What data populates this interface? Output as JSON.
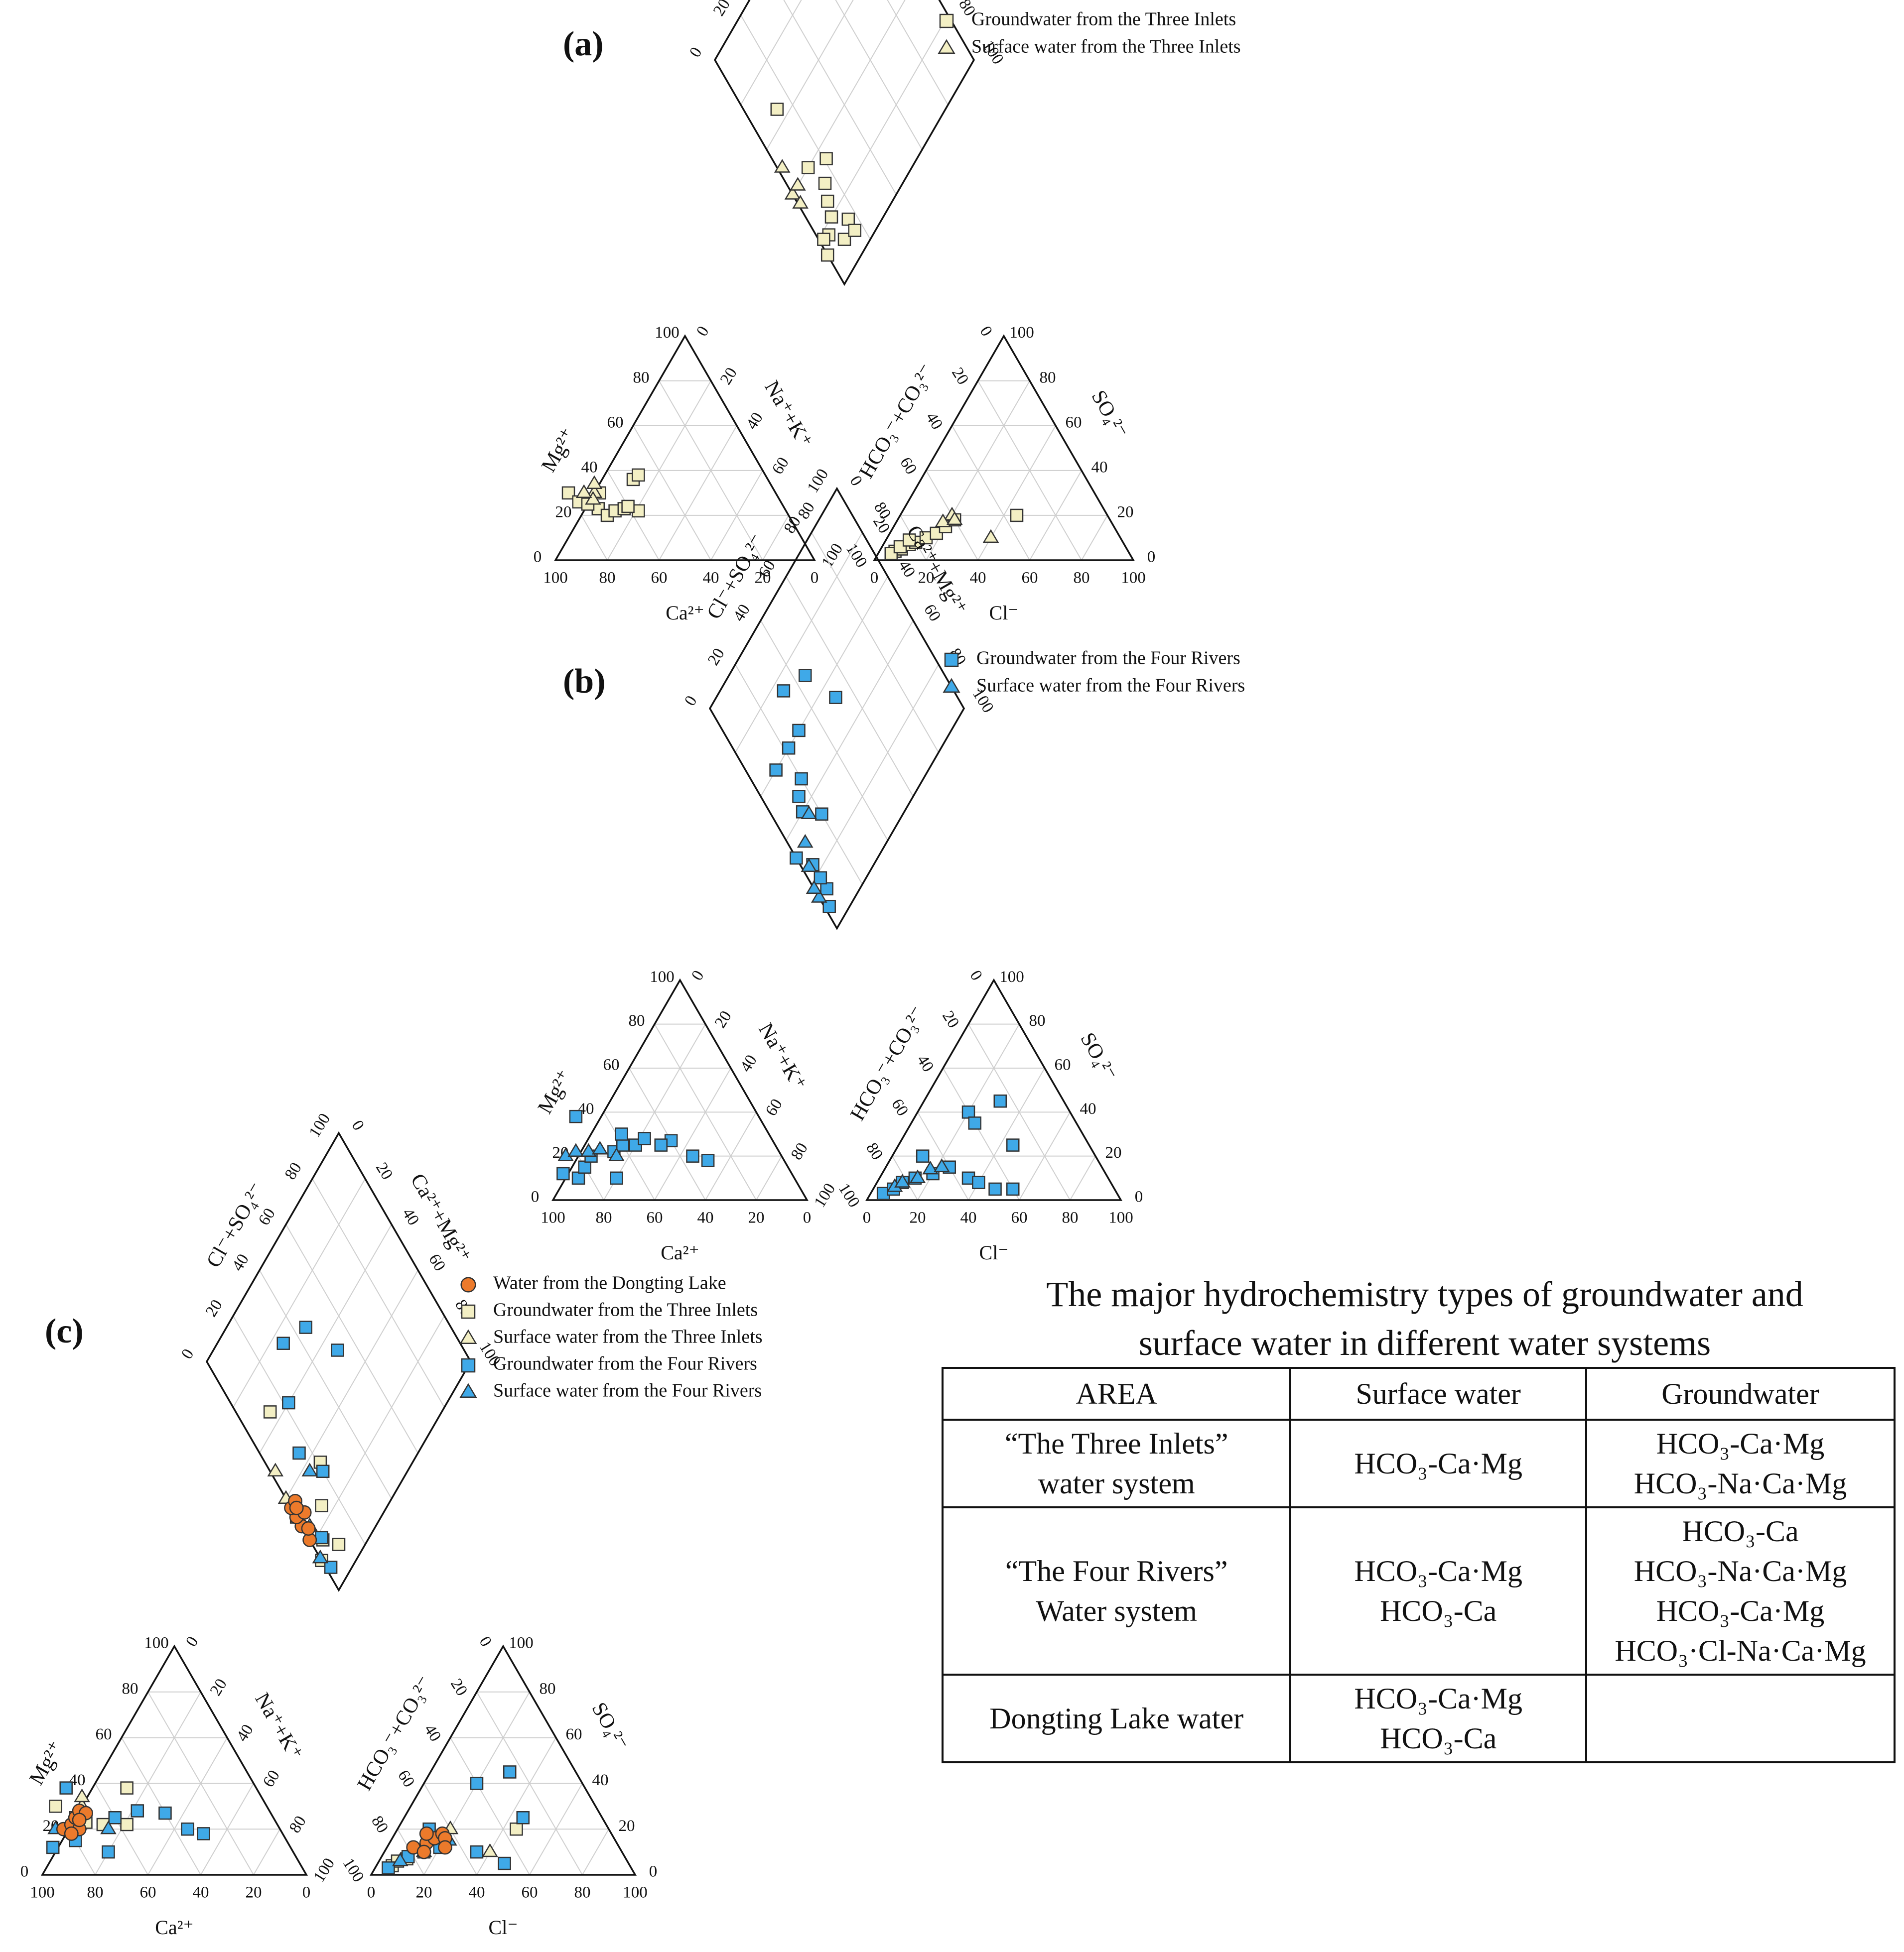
{
  "colors": {
    "ti_fill": "#f3efc4",
    "fr_fill": "#3fa9e8",
    "dl_fill": "#ec7a2b",
    "marker_stroke": "#333333",
    "grid": "#cfcfcf"
  },
  "axis_labels": {
    "mg": "Mg²⁺",
    "ca": "Ca²⁺",
    "nak": "Na⁺+K⁺",
    "hco3": "HCO₃⁻+CO₃²⁻",
    "so4": "SO₄²⁻",
    "cl": "Cl⁻",
    "clso4": "Cl⁻+SO₄²⁻",
    "camg": "Ca²⁺+Mg²⁺"
  },
  "chart_data": [
    {
      "type": "scatter",
      "subtype": "piper",
      "panel_label": "(a)",
      "ticks": [
        0,
        20,
        40,
        60,
        80,
        100
      ],
      "legend": [
        "Groundwater from the Three Inlets",
        "Surface water from the Three Inlets"
      ],
      "series": [
        {
          "name": "Groundwater from the Three Inlets",
          "marker": "square",
          "color": "#f3efc4",
          "points": [
            {
              "ca": 80,
              "mg": 30,
              "na": 10,
              "cl": 6,
              "so4": 4,
              "hco3": 90
            },
            {
              "ca": 78,
              "mg": 26,
              "na": 16,
              "cl": 8,
              "so4": 5,
              "hco3": 87
            },
            {
              "ca": 72,
              "mg": 23,
              "na": 5,
              "cl": 10,
              "so4": 7,
              "hco3": 83
            },
            {
              "ca": 70,
              "mg": 20,
              "na": 10,
              "cl": 12,
              "so4": 8,
              "hco3": 80
            },
            {
              "ca": 66,
              "mg": 22,
              "na": 12,
              "cl": 15,
              "so4": 10,
              "hco3": 75
            },
            {
              "ca": 62,
              "mg": 23,
              "na": 15,
              "cl": 18,
              "so4": 12,
              "hco3": 70
            },
            {
              "ca": 57,
              "mg": 22,
              "na": 21,
              "cl": 20,
              "so4": 15,
              "hco3": 65
            },
            {
              "ca": 52,
              "mg": 36,
              "na": 12,
              "cl": 22,
              "so4": 18,
              "hco3": 60
            },
            {
              "ca": 49,
              "mg": 38,
              "na": 13,
              "cl": 45,
              "so4": 20,
              "hco3": 35
            },
            {
              "ca": 60,
              "mg": 24,
              "na": 16,
              "cl": 5,
              "so4": 3,
              "hco3": 92
            },
            {
              "ca": 75,
              "mg": 25,
              "na": 0,
              "cl": 7,
              "so4": 6,
              "hco3": 87
            },
            {
              "ca": 68,
              "mg": 30,
              "na": 2,
              "cl": 9,
              "so4": 9,
              "hco3": 82
            }
          ]
        },
        {
          "name": "Surface water from the Three Inlets",
          "marker": "triangle",
          "color": "#f3efc4",
          "points": [
            {
              "ca": 70,
              "mg": 30,
              "na": 0,
              "cl": 20,
              "so4": 20,
              "hco3": 60
            },
            {
              "ca": 72,
              "mg": 27,
              "na": 1,
              "cl": 18,
              "so4": 17,
              "hco3": 65
            },
            {
              "ca": 74,
              "mg": 30,
              "na": 4,
              "cl": 22,
              "so4": 18,
              "hco3": 60
            },
            {
              "ca": 68,
              "mg": 34,
              "na": 2,
              "cl": 40,
              "so4": 10,
              "hco3": 50
            }
          ]
        }
      ]
    },
    {
      "type": "scatter",
      "subtype": "piper",
      "panel_label": "(b)",
      "ticks": [
        0,
        20,
        40,
        60,
        80,
        100
      ],
      "legend": [
        "Groundwater from the Four Rivers",
        "Surface water from the Four Rivers"
      ],
      "series": [
        {
          "name": "Groundwater from the Four Rivers",
          "marker": "square",
          "color": "#3fa9e8",
          "points": [
            {
              "ca": 90,
              "mg": 12,
              "na": 2,
              "cl": 5,
              "so4": 3,
              "hco3": 92
            },
            {
              "ca": 85,
              "mg": 10,
              "na": 5,
              "cl": 8,
              "so4": 5,
              "hco3": 87
            },
            {
              "ca": 80,
              "mg": 15,
              "na": 5,
              "cl": 10,
              "so4": 8,
              "hco3": 82
            },
            {
              "ca": 75,
              "mg": 20,
              "na": 5,
              "cl": 14,
              "so4": 10,
              "hco3": 76
            },
            {
              "ca": 70,
              "mg": 10,
              "na": 20,
              "cl": 20,
              "so4": 12,
              "hco3": 68
            },
            {
              "ca": 65,
              "mg": 22,
              "na": 13,
              "cl": 25,
              "so4": 15,
              "hco3": 60
            },
            {
              "ca": 60,
              "mg": 25,
              "na": 15,
              "cl": 35,
              "so4": 10,
              "hco3": 55
            },
            {
              "ca": 55,
              "mg": 25,
              "na": 20,
              "cl": 40,
              "so4": 8,
              "hco3": 52
            },
            {
              "ca": 50,
              "mg": 28,
              "na": 22,
              "cl": 20,
              "so4": 40,
              "hco3": 40
            },
            {
              "ca": 40,
              "mg": 27,
              "na": 33,
              "cl": 30,
              "so4": 45,
              "hco3": 25
            },
            {
              "ca": 35,
              "mg": 20,
              "na": 45,
              "cl": 45,
              "so4": 25,
              "hco3": 30
            },
            {
              "ca": 30,
              "mg": 18,
              "na": 52,
              "cl": 48,
              "so4": 5,
              "hco3": 47
            },
            {
              "ca": 72,
              "mg": 38,
              "na": 0,
              "cl": 12,
              "so4": 20,
              "hco3": 68
            },
            {
              "ca": 58,
              "mg": 30,
              "na": 12,
              "cl": 25,
              "so4": 35,
              "hco3": 40
            },
            {
              "ca": 45,
              "mg": 25,
              "na": 30,
              "cl": 55,
              "so4": 5,
              "hco3": 40
            }
          ]
        },
        {
          "name": "Surface water from the Four Rivers",
          "marker": "triangle",
          "color": "#3fa9e8",
          "points": [
            {
              "ca": 85,
              "mg": 20,
              "na": 0,
              "cl": 8,
              "so4": 6,
              "hco3": 86
            },
            {
              "ca": 80,
              "mg": 22,
              "na": 0,
              "cl": 10,
              "so4": 8,
              "hco3": 82
            },
            {
              "ca": 75,
              "mg": 22,
              "na": 3,
              "cl": 15,
              "so4": 10,
              "hco3": 75
            },
            {
              "ca": 70,
              "mg": 23,
              "na": 7,
              "cl": 18,
              "so4": 14,
              "hco3": 68
            },
            {
              "ca": 65,
              "mg": 20,
              "na": 15,
              "cl": 22,
              "so4": 15,
              "hco3": 63
            }
          ]
        }
      ]
    },
    {
      "type": "scatter",
      "subtype": "piper",
      "panel_label": "(c)",
      "ticks": [
        0,
        20,
        40,
        60,
        80,
        100
      ],
      "legend": [
        "Water from the Dongting Lake",
        "Groundwater from the Three Inlets",
        "Surface water from the Three Inlets",
        "Groundwater from the Four Rivers",
        "Surface water from the Four Rivers"
      ],
      "series": [
        {
          "name": "Groundwater from the Three Inlets",
          "marker": "square",
          "color": "#f3efc4",
          "points": [
            {
              "ca": 80,
              "mg": 30,
              "na": 10,
              "cl": 6,
              "so4": 4,
              "hco3": 90
            },
            {
              "ca": 72,
              "mg": 23,
              "na": 5,
              "cl": 10,
              "so4": 7,
              "hco3": 83
            },
            {
              "ca": 66,
              "mg": 22,
              "na": 12,
              "cl": 15,
              "so4": 10,
              "hco3": 75
            },
            {
              "ca": 57,
              "mg": 22,
              "na": 21,
              "cl": 20,
              "so4": 15,
              "hco3": 65
            },
            {
              "ca": 49,
              "mg": 38,
              "na": 13,
              "cl": 45,
              "so4": 20,
              "hco3": 35
            },
            {
              "ca": 75,
              "mg": 25,
              "na": 0,
              "cl": 7,
              "so4": 6,
              "hco3": 87
            }
          ]
        },
        {
          "name": "Surface water from the Three Inlets",
          "marker": "triangle",
          "color": "#f3efc4",
          "points": [
            {
              "ca": 70,
              "mg": 30,
              "na": 0,
              "cl": 20,
              "so4": 20,
              "hco3": 60
            },
            {
              "ca": 68,
              "mg": 34,
              "na": 2,
              "cl": 40,
              "so4": 10,
              "hco3": 50
            }
          ]
        },
        {
          "name": "Groundwater from the Four Rivers",
          "marker": "square",
          "color": "#3fa9e8",
          "points": [
            {
              "ca": 90,
              "mg": 12,
              "na": 2,
              "cl": 5,
              "so4": 3,
              "hco3": 92
            },
            {
              "ca": 80,
              "mg": 15,
              "na": 5,
              "cl": 10,
              "so4": 8,
              "hco3": 82
            },
            {
              "ca": 70,
              "mg": 10,
              "na": 20,
              "cl": 20,
              "so4": 12,
              "hco3": 68
            },
            {
              "ca": 60,
              "mg": 25,
              "na": 15,
              "cl": 35,
              "so4": 10,
              "hco3": 55
            },
            {
              "ca": 50,
              "mg": 28,
              "na": 22,
              "cl": 20,
              "so4": 40,
              "hco3": 40
            },
            {
              "ca": 40,
              "mg": 27,
              "na": 33,
              "cl": 30,
              "so4": 45,
              "hco3": 25
            },
            {
              "ca": 35,
              "mg": 20,
              "na": 45,
              "cl": 45,
              "so4": 25,
              "hco3": 30
            },
            {
              "ca": 30,
              "mg": 18,
              "na": 52,
              "cl": 48,
              "so4": 5,
              "hco3": 47
            },
            {
              "ca": 72,
              "mg": 38,
              "na": 0,
              "cl": 12,
              "so4": 20,
              "hco3": 68
            }
          ]
        },
        {
          "name": "Surface water from the Four Rivers",
          "marker": "triangle",
          "color": "#3fa9e8",
          "points": [
            {
              "ca": 85,
              "mg": 20,
              "na": 0,
              "cl": 8,
              "so4": 6,
              "hco3": 86
            },
            {
              "ca": 75,
              "mg": 22,
              "na": 3,
              "cl": 15,
              "so4": 10,
              "hco3": 75
            },
            {
              "ca": 65,
              "mg": 20,
              "na": 15,
              "cl": 22,
              "so4": 15,
              "hco3": 63
            }
          ]
        },
        {
          "name": "Water from the Dongting Lake",
          "marker": "circle",
          "color": "#ec7a2b",
          "points": [
            {
              "ca": 82,
              "mg": 20,
              "na": 0,
              "cl": 10,
              "so4": 12,
              "hco3": 78
            },
            {
              "ca": 78,
              "mg": 22,
              "na": 0,
              "cl": 14,
              "so4": 14,
              "hco3": 72
            },
            {
              "ca": 75,
              "mg": 25,
              "na": 0,
              "cl": 16,
              "so4": 16,
              "hco3": 68
            },
            {
              "ca": 72,
              "mg": 28,
              "na": 0,
              "cl": 18,
              "so4": 18,
              "hco3": 64
            },
            {
              "ca": 70,
              "mg": 27,
              "na": 3,
              "cl": 20,
              "so4": 16,
              "hco3": 64
            },
            {
              "ca": 76,
              "mg": 20,
              "na": 4,
              "cl": 12,
              "so4": 18,
              "hco3": 70
            },
            {
              "ca": 74,
              "mg": 24,
              "na": 2,
              "cl": 22,
              "so4": 12,
              "hco3": 66
            },
            {
              "ca": 80,
              "mg": 18,
              "na": 2,
              "cl": 15,
              "so4": 10,
              "hco3": 75
            }
          ]
        }
      ]
    }
  ],
  "table": {
    "title_line1": "The major hydrochemistry types of groundwater and",
    "title_line2": "surface water in different water systems",
    "headers": [
      "AREA",
      "Surface water",
      "Groundwater"
    ],
    "rows": [
      {
        "area": [
          "“The Three Inlets”",
          "water system"
        ],
        "surface": [
          "HCO₃-Ca·Mg"
        ],
        "ground": [
          "HCO₃-Ca·Mg",
          "HCO₃-Na·Ca·Mg"
        ]
      },
      {
        "area": [
          "“The Four Rivers”",
          "Water system"
        ],
        "surface": [
          "HCO₃-Ca·Mg",
          "HCO₃-Ca"
        ],
        "ground": [
          "HCO₃-Ca",
          "HCO₃-Na·Ca·Mg",
          "HCO₃-Ca·Mg",
          "HCO₃·Cl-Na·Ca·Mg"
        ]
      },
      {
        "area": [
          "Dongting Lake water"
        ],
        "surface": [
          "HCO₃-Ca·Mg",
          "HCO₃-Ca"
        ],
        "ground": []
      }
    ]
  }
}
